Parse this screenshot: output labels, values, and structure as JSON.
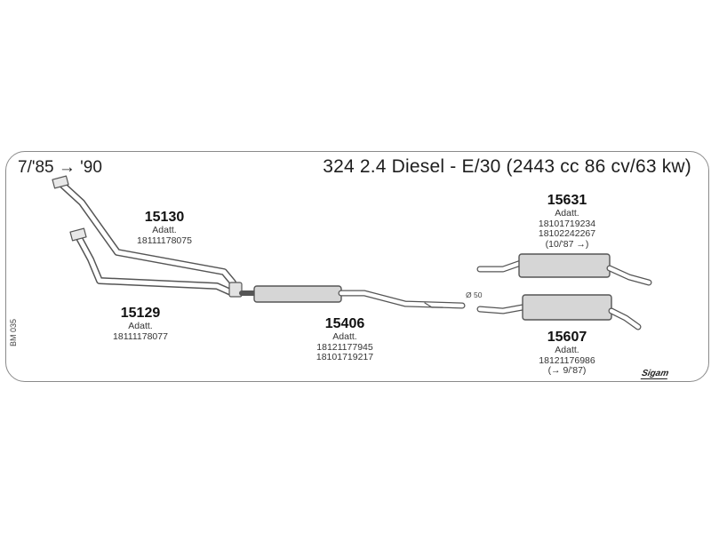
{
  "header": {
    "date_range": "7/'85 → '90",
    "title": "324 2.4 Diesel - E/30 (2443 cc 86 cv/63 kw)"
  },
  "catalog_code": "BM 035",
  "brand_logo": "Sigam",
  "diameter_label": "Ø 50",
  "parts": [
    {
      "number": "15130",
      "adapt": "Adatt.",
      "refs": [
        "18111178075"
      ],
      "note": ""
    },
    {
      "number": "15129",
      "adapt": "Adatt.",
      "refs": [
        "18111178077"
      ],
      "note": ""
    },
    {
      "number": "15406",
      "adapt": "Adatt.",
      "refs": [
        "18121177945",
        "18101719217"
      ],
      "note": ""
    },
    {
      "number": "15631",
      "adapt": "Adatt.",
      "refs": [
        "18101719234",
        "18102242267"
      ],
      "note": "(10/'87 →)"
    },
    {
      "number": "15607",
      "adapt": "Adatt.",
      "refs": [
        "18121176986"
      ],
      "note": "(→ 9/'87)"
    }
  ],
  "colors": {
    "line": "#555555",
    "fill": "#d6d6d6",
    "frame": "#8a8a8a"
  }
}
